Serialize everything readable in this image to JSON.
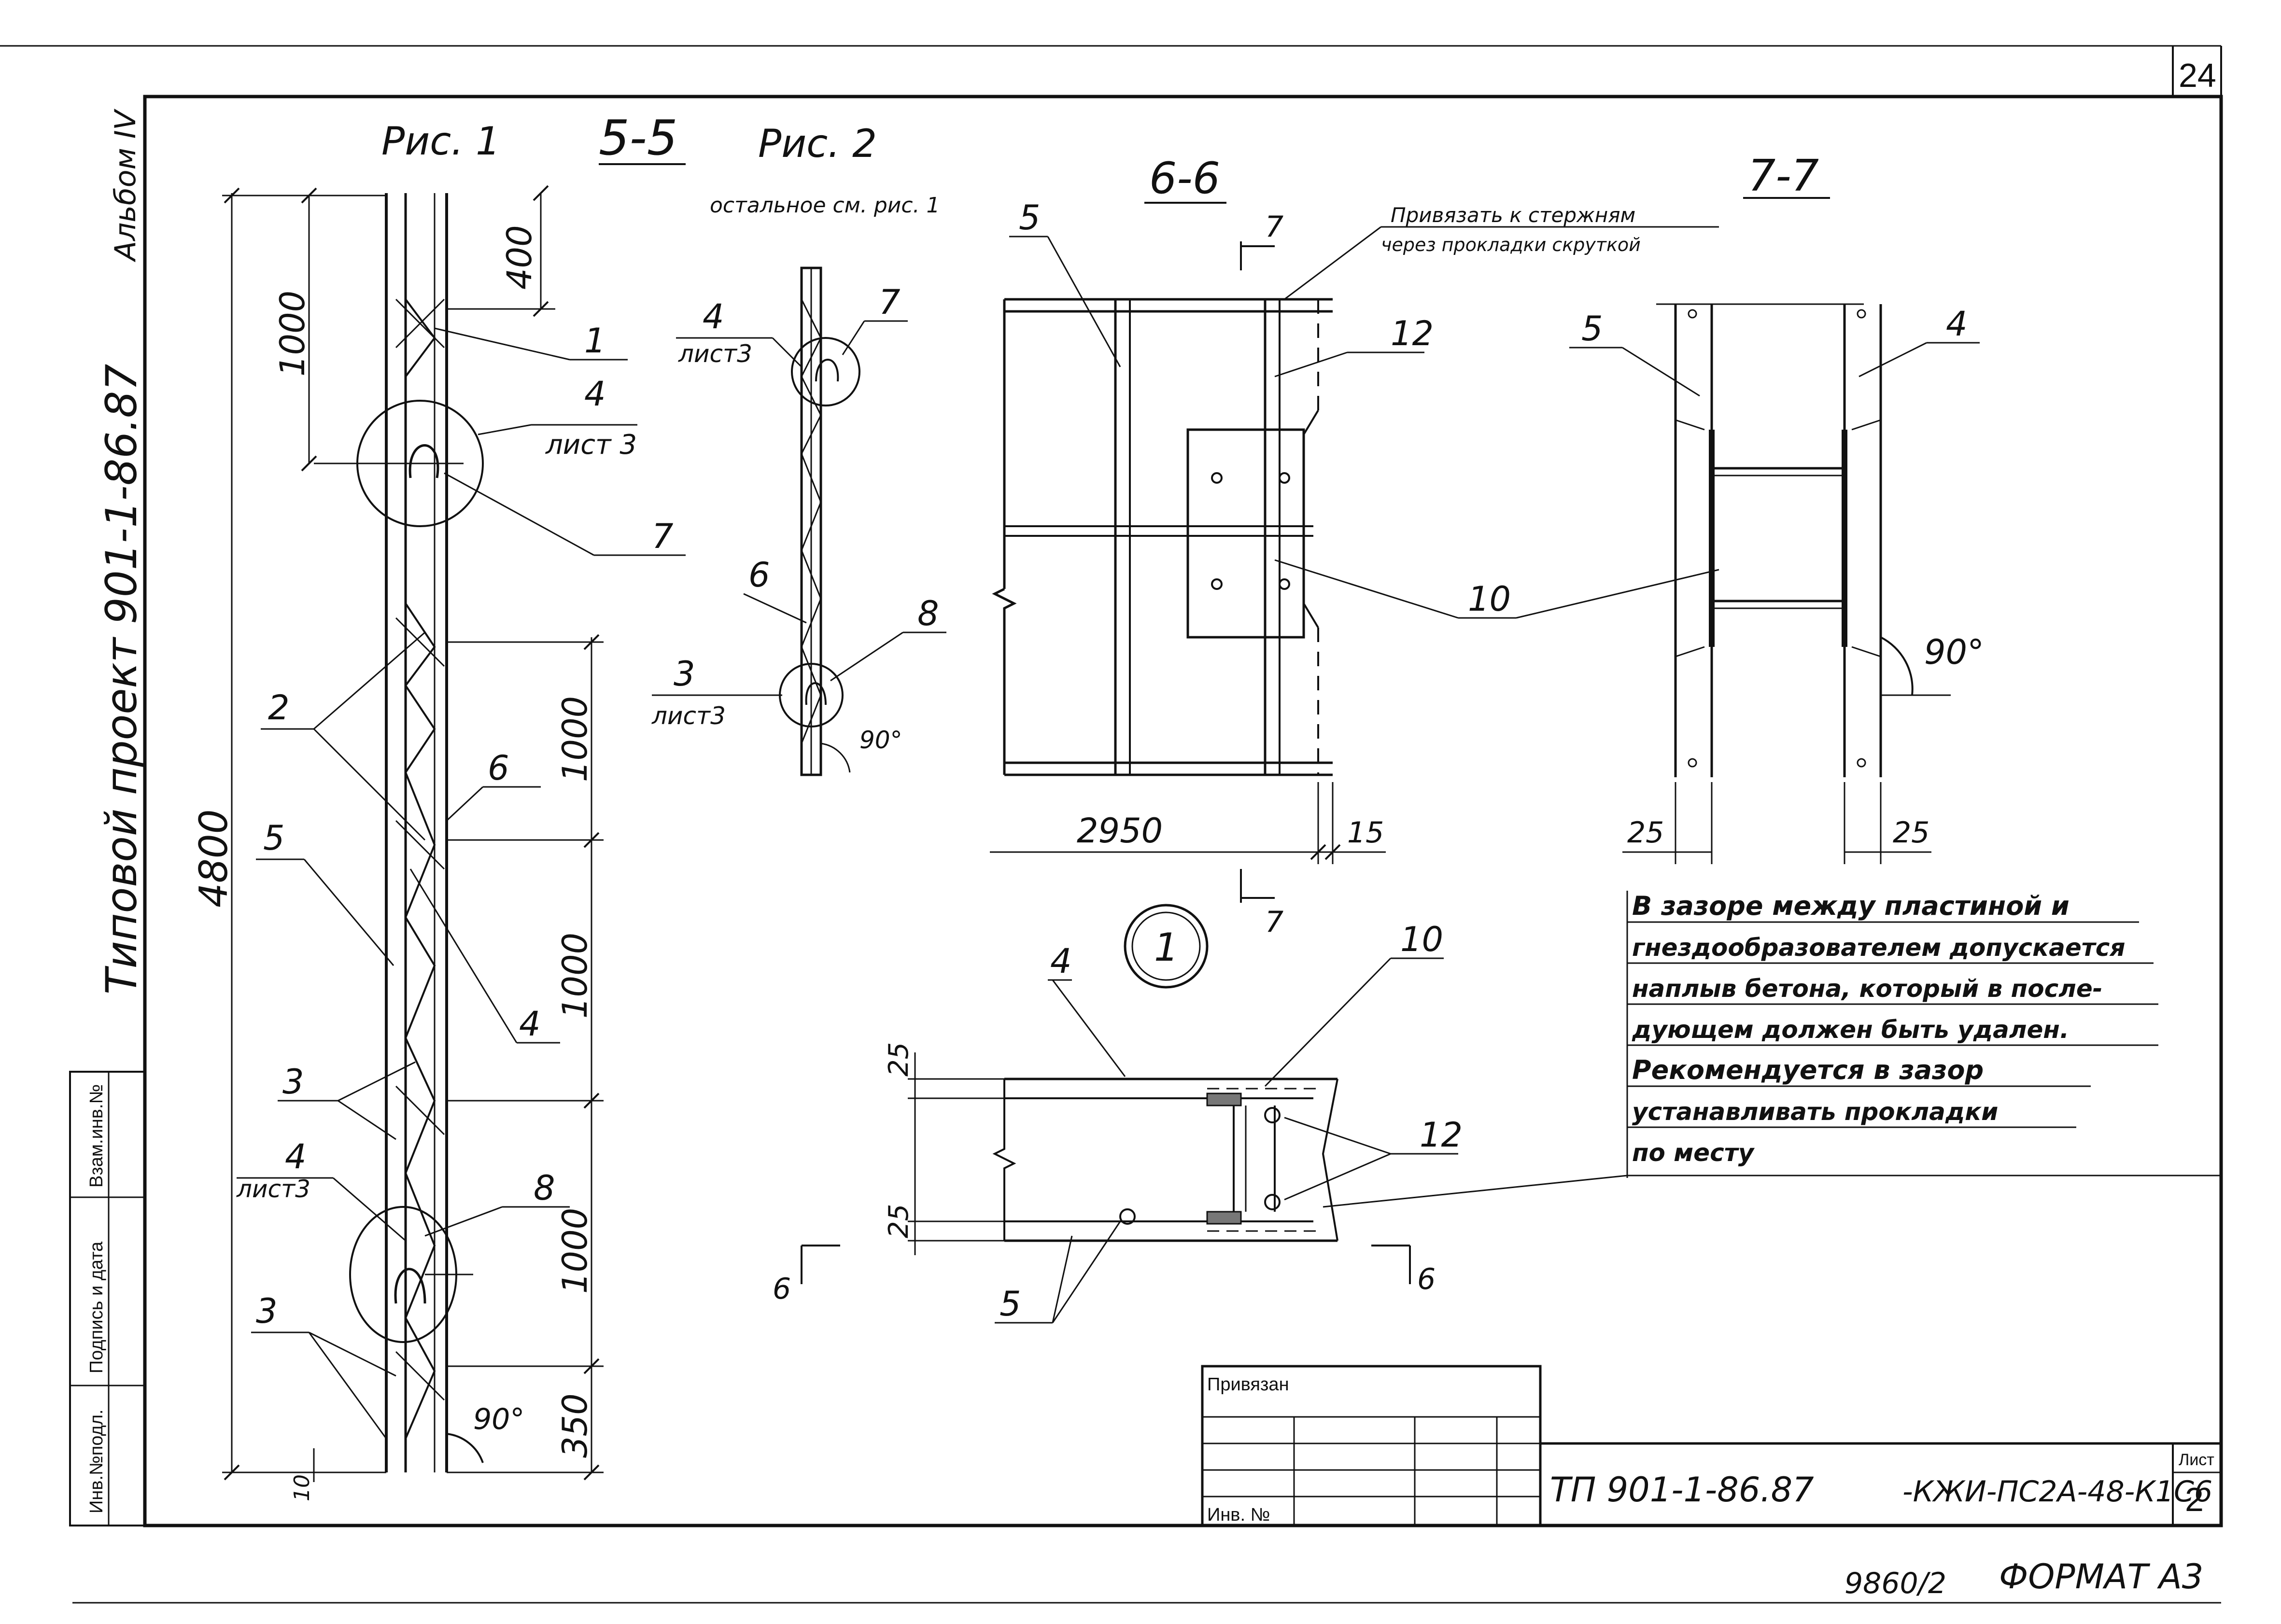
{
  "sheet": {
    "page_no": "24",
    "album": "Альбом IV",
    "project": "Типовой проект 901-1-86.87",
    "format": "ФОРМАТ А3",
    "inventory_bottom": "9860/2"
  },
  "side_stamp": [
    "Инв.№подл.",
    "Подпись и дата",
    "Взам.инв.№"
  ],
  "fig1": {
    "title": "Рис. 1",
    "dims": [
      "400",
      "1000",
      "4800",
      "1000",
      "1000",
      "1000",
      "350",
      "10",
      "90°"
    ],
    "callouts": [
      "1",
      "4",
      "лист 3",
      "7",
      "2",
      "6",
      "5",
      "4",
      "3",
      "4",
      "лист3",
      "8",
      "3"
    ]
  },
  "section55": {
    "title": "5-5"
  },
  "fig2": {
    "title": "Рис. 2",
    "subtitle": "остальное см. рис. 1",
    "callouts": [
      "4",
      "лист3",
      "7",
      "6",
      "3",
      "лист3",
      "8",
      "90°"
    ]
  },
  "section66": {
    "title": "6-6",
    "note": [
      "Привязать к стержням",
      "через прокладки скруткой"
    ],
    "callouts": [
      "5",
      "12",
      "10"
    ],
    "dims": [
      "2950",
      "15"
    ],
    "cut_marks": [
      "7",
      "7"
    ]
  },
  "section77": {
    "title": "7-7",
    "callouts": [
      "5",
      "4"
    ],
    "dims": [
      "25",
      "25",
      "90°"
    ]
  },
  "node1": {
    "label": "1",
    "callouts": [
      "4",
      "10",
      "12",
      "5"
    ],
    "dims": [
      "25",
      "25"
    ],
    "cut_marks": [
      "6",
      "6"
    ]
  },
  "notes": [
    "В зазоре между пластиной и",
    "гнездообразователем допускается",
    "наплыв бетона, который в после-",
    "дующем должен быть удален.",
    "Рекомендуется в зазор",
    "устанавливать прокладки",
    "по месту"
  ],
  "title_block": {
    "privyazan": "Привязан",
    "inv_no": "Инв. №",
    "code": "ТП 901-1-86.87",
    "mark": "-КЖИ-ПС2А-48-К1С6",
    "list_label": "Лист",
    "list_no": "2"
  }
}
